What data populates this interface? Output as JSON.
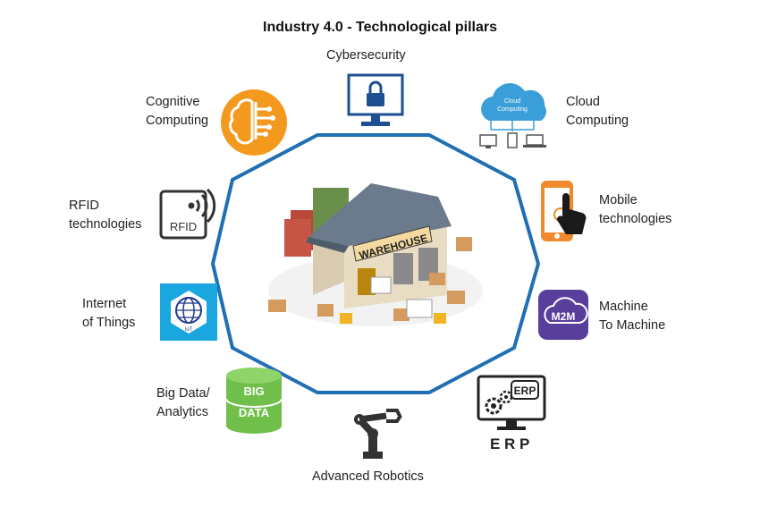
{
  "title": "Industry 4.0 - Technological pillars",
  "center": {
    "label": "WAREHOUSE"
  },
  "pillars": {
    "cybersecurity": {
      "label": "Cybersecurity",
      "icon": "monitor-lock-icon"
    },
    "cloud": {
      "line1": "Cloud",
      "line2": "Computing",
      "icon_text_1": "Cloud",
      "icon_text_2": "Computing",
      "icon": "cloud-icon"
    },
    "mobile": {
      "line1": "Mobile",
      "line2": "technologies",
      "icon": "smartphone-touch-icon"
    },
    "m2m": {
      "line1": "Machine",
      "line2": "To Machine",
      "icon_text": "M2M",
      "icon": "m2m-icon"
    },
    "erp": {
      "icon_text": "ERP",
      "label": "E R P",
      "icon": "erp-gear-monitor-icon"
    },
    "robotics": {
      "label": "Advanced Robotics",
      "icon": "robot-arm-icon"
    },
    "bigdata": {
      "line1": "Big Data/",
      "line2": "Analytics",
      "icon_text_1": "BIG",
      "icon_text_2": "DATA",
      "icon": "database-icon"
    },
    "iot": {
      "line1": "Internet",
      "line2": "of Things",
      "icon_text": "IoT",
      "icon": "iot-globe-icon"
    },
    "rfid": {
      "line1": "RFID",
      "line2": "technologies",
      "icon_text": "RFID",
      "icon": "rfid-tag-icon"
    },
    "cognitive": {
      "line1": "Cognitive",
      "line2": "Computing",
      "icon": "brain-circuit-icon"
    }
  },
  "colors": {
    "ring": "#1f6fb5",
    "cloud": "#3a9ed9",
    "brain": "#f39a1e",
    "mobile": "#f08a2c",
    "m2m": "#5a3e9c",
    "bigdata": "#6fbf4a",
    "iot": "#1aa6df"
  }
}
